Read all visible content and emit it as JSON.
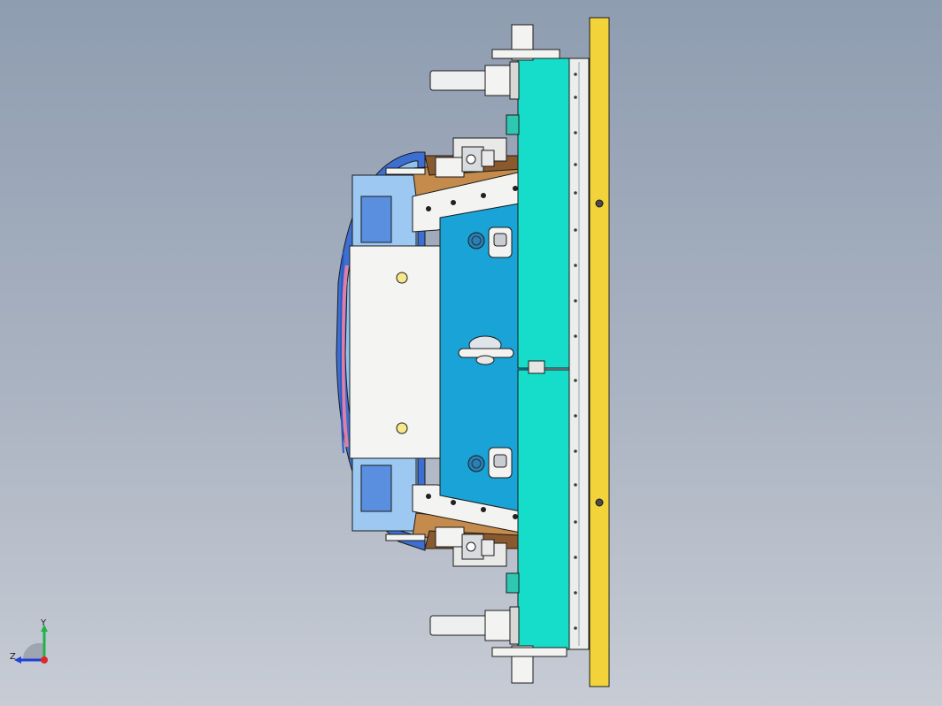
{
  "viewport": {
    "background_top": "#8f9db1",
    "background_bottom": "#c7ccd5"
  },
  "model": {
    "view": "side-view",
    "colors": {
      "edge": "#1b1b1b",
      "yellow_plate": "#f2d43a",
      "cyan_block": "#16ddc9",
      "blue_plate": "#19a3d6",
      "white_steel": "#f3f3f1",
      "gray_steel": "#c9cdd2",
      "wood": "#c48b4c",
      "pink": "#e8a6bb",
      "blue_part": "#2a58c8",
      "light_blue_part": "#8fc1ee"
    }
  },
  "triad": {
    "y_label": "Y",
    "z_label": "Z",
    "y_color": "#21b24a",
    "z_color": "#1f3fd6",
    "origin_color": "#e0262a"
  }
}
